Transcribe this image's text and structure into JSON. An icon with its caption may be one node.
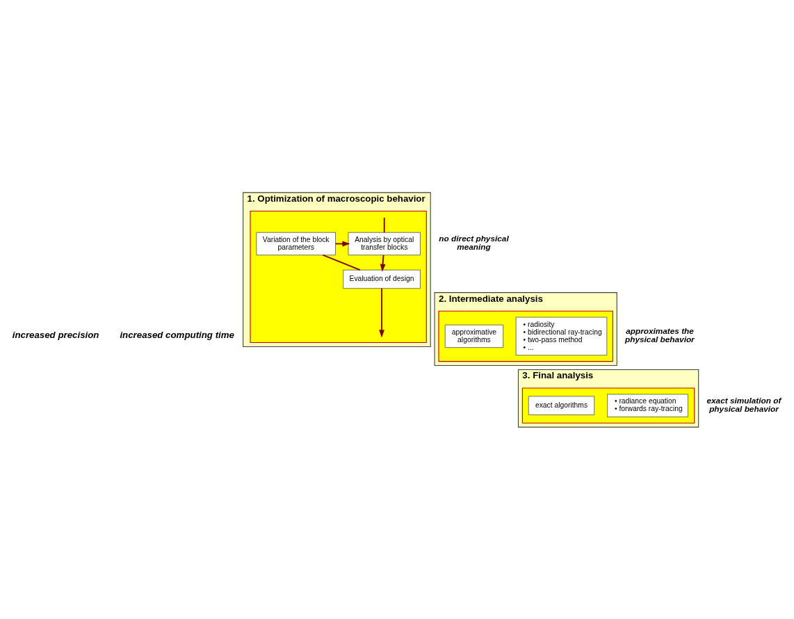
{
  "diagram": {
    "nodes": [
      {
        "text": [
          "1. Optimization of macroscopic behavior"
        ],
        "beside": [
          "no direct physical meaning"
        ]
      },
      {
        "text": [],
        "shape": "box",
        "in": 0
      },
      {
        "text": [
          "Analysis by optical transfer blocks"
        ],
        "in": 1
      },
      {
        "text": [
          "Variation of the block parameters"
        ],
        "in": 1
      },
      {
        "text": [
          "Evaluation of design"
        ],
        "in": 1
      },
      {
        "text": [
          "2. Intermediate analysis"
        ],
        "beside": [
          "approximates the physical behavior"
        ]
      },
      {
        "text": [],
        "shape": "box",
        "in": 5
      },
      {
        "text": [
          "approximative algorithms"
        ],
        "in": 6
      },
      {
        "text": [
          "• radiosity",
          "• bidirectional ray-tracing",
          "• two-pass method",
          "• ..."
        ],
        "in": 6
      },
      {
        "text": [
          "3. Final analysis"
        ],
        "beside": [
          "exact simulation of physical behavior"
        ]
      },
      {
        "text": [],
        "shape": "box",
        "in": 9
      },
      {
        "text": [
          "exact algorithms"
        ],
        "in": 10
      },
      {
        "text": [
          "• radiance equation",
          "• forwards ray-tracing"
        ],
        "in": 10
      }
    ],
    "edges": [
      {
        "from": null,
        "to": 2,
        "arrow": "none"
      },
      {
        "from": 3,
        "to": 2,
        "arrow": "to"
      },
      {
        "from": 2,
        "to": 4,
        "arrow": "to"
      },
      {
        "from": 4,
        "to": 3,
        "arrow": "none"
      },
      {
        "from": 4,
        "to": null,
        "arrow": "to"
      }
    ],
    "labels": [
      "increased precision",
      "increased computing time"
    ]
  }
}
